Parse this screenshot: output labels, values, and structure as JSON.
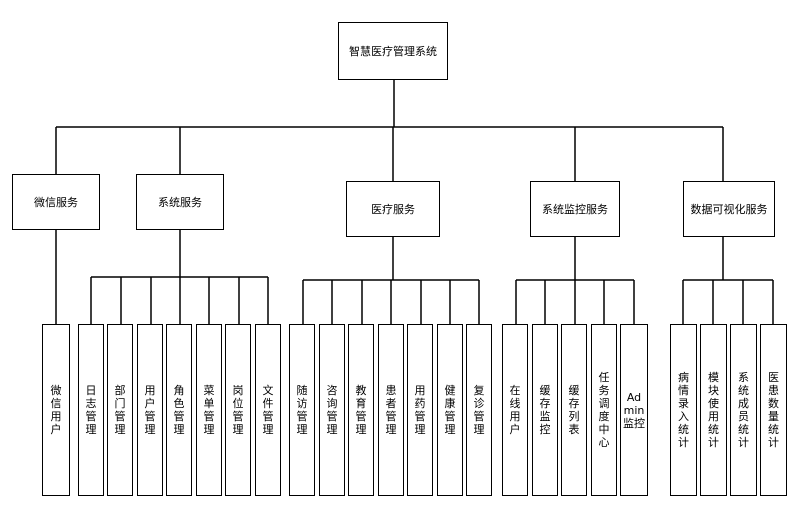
{
  "root": {
    "label": "智慧医疗管理系统"
  },
  "groups": [
    {
      "label": "微信服务",
      "children": [
        "微信用户"
      ]
    },
    {
      "label": "系统服务",
      "children": [
        "日志管理",
        "部门管理",
        "用户管理",
        "角色管理",
        "菜单管理",
        "岗位管理",
        "文件管理"
      ]
    },
    {
      "label": "医疗服务",
      "children": [
        "随访管理",
        "咨询管理",
        "教育管理",
        "患者管理",
        "用药管理",
        "健康管理",
        "复诊管理"
      ]
    },
    {
      "label": "系统监控服务",
      "children": [
        "在线用户",
        "缓存监控",
        "缓存列表",
        "任务调度中心",
        "Admin监控"
      ]
    },
    {
      "label": "数据可视化服务",
      "children": [
        "病情录入统计",
        "模块使用统计",
        "系统成员统计",
        "医患数量统计"
      ]
    }
  ]
}
